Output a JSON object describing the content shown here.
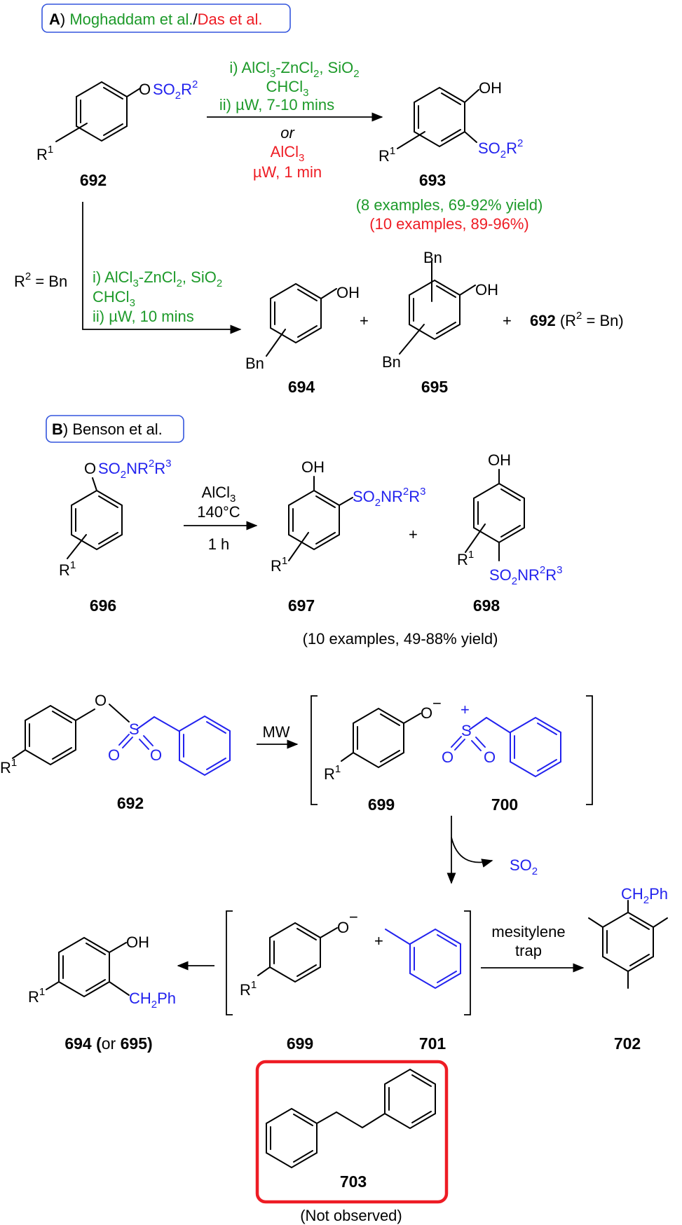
{
  "section_a": {
    "title_letter": "A",
    "title_authors_1": "Moghaddam et al.",
    "title_slash": "/",
    "title_authors_2": "Das et al.",
    "conditions_green_1": "i) AlCl3-ZnCl2, SiO2",
    "conditions_green_2": "CHCl3",
    "conditions_green_3": "ii) µW, 7-10 mins",
    "or_text": "or",
    "conditions_red_1": "AlCl3",
    "conditions_red_2": "µW, 1 min",
    "yield_green": "(8 examples, 69-92% yield)",
    "yield_red": "(10 examples, 89-96%)",
    "r2_bn": "R2 = Bn",
    "bn_conditions_1": "i) AlCl3-ZnCl2, SiO2",
    "bn_conditions_2": "CHCl3",
    "bn_conditions_3": "ii) µW, 10 mins",
    "side_product": "692 (R2 = Bn)",
    "compounds": [
      "692",
      "693",
      "694",
      "695"
    ]
  },
  "section_b": {
    "title_letter": "B",
    "title_authors": "Benson et al.",
    "conditions_1": "AlCl3",
    "conditions_2": "140°C",
    "conditions_3": "1 h",
    "yield": "(10 examples, 49-88% yield)",
    "compounds": [
      "696",
      "697",
      "698"
    ]
  },
  "mechanism": {
    "mw_label": "MW",
    "so2_label": "SO2",
    "mesitylene_1": "mesitylene",
    "mesitylene_2": "trap",
    "product_694_695": "694 (or 695)",
    "compounds": [
      "692",
      "699",
      "700",
      "699",
      "701",
      "702",
      "703"
    ],
    "not_observed": "(Not observed)"
  },
  "colors": {
    "green": "#1d9a2a",
    "red": "#ee1c24",
    "blue": "#2222ee",
    "box_blue": "#3355dd"
  }
}
